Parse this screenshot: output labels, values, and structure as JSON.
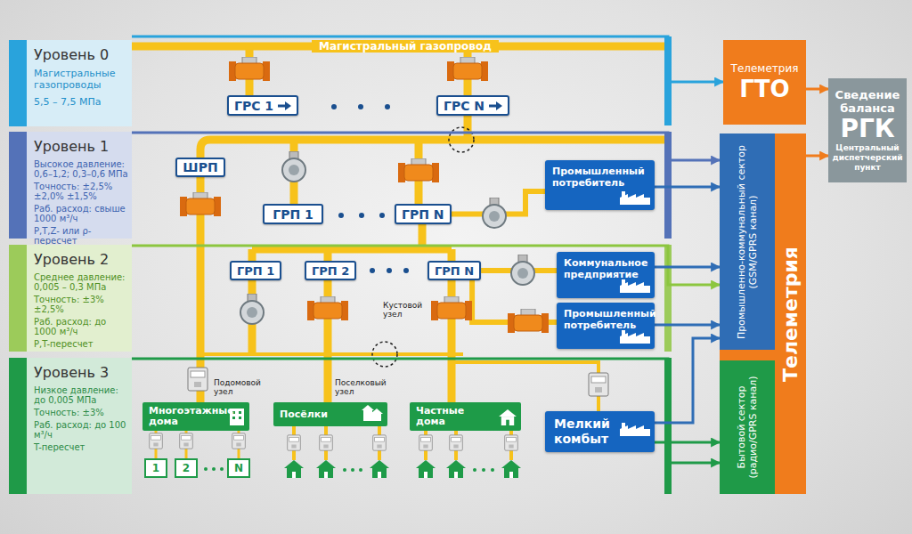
{
  "diagram": {
    "nodes": [
      {
        "text": [
          "Уровень 0",
          "Магистральные газопроводы",
          "5,5 – 7,5 МПа"
        ]
      },
      {
        "text": [
          "Уровень 1",
          "Высокое давление: 0,6–1,2; 0,3–0,6 МПа",
          "Точность: ±2,5% ±2,0% ±1,5%",
          "Раб. расход: свыше 1000 м³/ч",
          "P,T,Z- или ρ-пересчет"
        ]
      },
      {
        "text": [
          "Уровень 2",
          "Среднее давление: 0,005 – 0,3 МПа",
          "Точность: ±3% ±2,5%",
          "Раб. расход: до 1000 м³/ч",
          "P,T-пересчет"
        ]
      },
      {
        "text": [
          "Уровень 3",
          "Низкое давление: до 0,005 МПа",
          "Точность: ±3%",
          "Раб. расход: до 100 м³/ч",
          "T-пересчет"
        ]
      },
      {
        "text": [
          "ГРС 1"
        ]
      },
      {
        "text": [
          "ГРС N"
        ]
      },
      {
        "text": [
          "ШРП"
        ]
      },
      {
        "text": [
          "ГРП 1"
        ]
      },
      {
        "text": [
          "ГРП N"
        ]
      },
      {
        "text": [
          "Промышленный потребитель"
        ]
      },
      {
        "text": [
          "ГРП 1"
        ]
      },
      {
        "text": [
          "ГРП 2"
        ]
      },
      {
        "text": [
          "ГРП N"
        ]
      },
      {
        "text": [
          "Коммунальное предприятие"
        ]
      },
      {
        "text": [
          "Промышленный потребитель"
        ]
      },
      {
        "text": [
          "Многоэтажные дома"
        ]
      },
      {
        "text": [
          "Посёлки"
        ]
      },
      {
        "text": [
          "Частные дома"
        ]
      },
      {
        "text": [
          "Мелкий комбыт"
        ]
      },
      {
        "text": [
          "1"
        ]
      },
      {
        "text": [
          "2"
        ]
      },
      {
        "text": [
          "N"
        ]
      },
      {
        "text": [
          "Телеметрия",
          "ГТО"
        ]
      },
      {
        "text": [
          "Сведение баланса",
          "РГК",
          "Центральный диспетчерский пункт"
        ]
      },
      {
        "text": [
          "Телеметрия"
        ]
      },
      {
        "text": [
          "Промышленно-коммунальный сектор (GSM/GPRS канал)"
        ],
        "in": 24
      },
      {
        "text": [
          "Бытовой сектор (радио/GPRS канал)"
        ],
        "in": 24
      }
    ],
    "edges": [
      {
        "from": 22,
        "to": 23,
        "arrow": "to"
      },
      {
        "from": 24,
        "to": 23,
        "arrow": "to"
      },
      {
        "from": 0,
        "to": 22,
        "arrow": "to"
      },
      {
        "from": 1,
        "to": 25,
        "arrow": "to"
      },
      {
        "from": 2,
        "to": 25,
        "arrow": "to"
      },
      {
        "from": 3,
        "to": 26,
        "arrow": "to"
      },
      {
        "from": 9,
        "to": 25,
        "arrow": "to"
      },
      {
        "from": 13,
        "to": 25,
        "arrow": "to"
      },
      {
        "from": 14,
        "to": 25,
        "arrow": "to"
      },
      {
        "from": 18,
        "to": 25,
        "arrow": "to"
      },
      {
        "from": 18,
        "to": 26,
        "arrow": "to"
      },
      {
        "from": 8,
        "to": 9,
        "arrow": "none"
      },
      {
        "from": 12,
        "to": 13,
        "arrow": "none"
      },
      {
        "from": 12,
        "to": 14,
        "arrow": "none"
      },
      {
        "from": 15,
        "to": 19,
        "arrow": "none"
      },
      {
        "from": 15,
        "to": 20,
        "arrow": "none"
      },
      {
        "from": 15,
        "to": 21,
        "arrow": "none"
      }
    ],
    "labels": [
      "Магистральный газопровод",
      "Кустовой узел",
      "Подомовой узел",
      "Поселковый узел"
    ]
  }
}
